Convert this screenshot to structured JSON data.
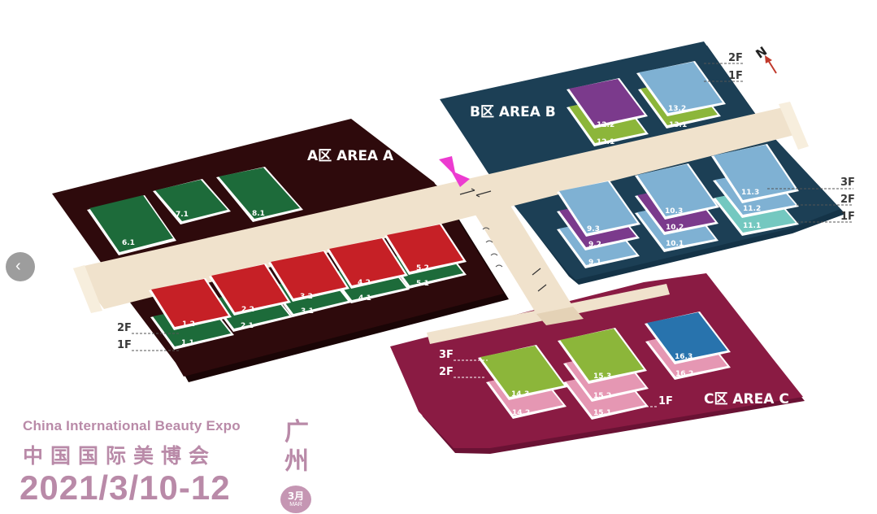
{
  "areas": {
    "a": "A区 AREA A",
    "b": "B区 AREA B",
    "c": "C区 AREA C"
  },
  "halls": {
    "h1_1": "1.1",
    "h1_2": "1.2",
    "h2_1": "2.1",
    "h2_2": "2.2",
    "h3_1": "3.1",
    "h3_2": "3.2",
    "h4_1": "4.1",
    "h4_2": "4.2",
    "h5_1": "5.1",
    "h5_2": "5.2",
    "h6_1": "6.1",
    "h7_1": "7.1",
    "h8_1": "8.1",
    "h9_1": "9.1",
    "h9_2": "9.2",
    "h9_3": "9.3",
    "h10_1": "10.1",
    "h10_2": "10.2",
    "h10_3": "10.3",
    "h11_1": "11.1",
    "h11_2": "11.2",
    "h11_3": "11.3",
    "h12_1": "12.1",
    "h12_2": "12.2",
    "h13_1": "13.1",
    "h13_2": "13.2",
    "h14_2": "14.2",
    "h14_3": "14.3",
    "h15_1": "15.1",
    "h15_2": "15.2",
    "h15_3": "15.3",
    "h16_2": "16.2",
    "h16_3": "16.3"
  },
  "floors": {
    "f1": "1F",
    "f2": "2F",
    "f3": "3F"
  },
  "compass": "N",
  "event": {
    "name_en": "China International Beauty Expo",
    "name_cn": "中国国际美博会",
    "date": "2021/3/10-12",
    "city": "广州",
    "month_cn": "3月",
    "month_en": "MAR"
  },
  "nav": {
    "prev_symbol": "‹"
  },
  "colors": {
    "area_a": "#2e0a0c",
    "area_b": "#1c3f55",
    "area_c": "#8a1b43",
    "corridor": "#f0e2cc",
    "hall_red": "#c62026",
    "hall_green": "#1d6b3a",
    "hall_lime": "#8cb63a",
    "hall_purple": "#7b3a8c",
    "hall_lightblue": "#7fb1d3",
    "hall_teal": "#74c8c0",
    "hall_blue": "#2873ad",
    "hall_pink": "#e597b3",
    "text_accent": "#b98aa8"
  }
}
